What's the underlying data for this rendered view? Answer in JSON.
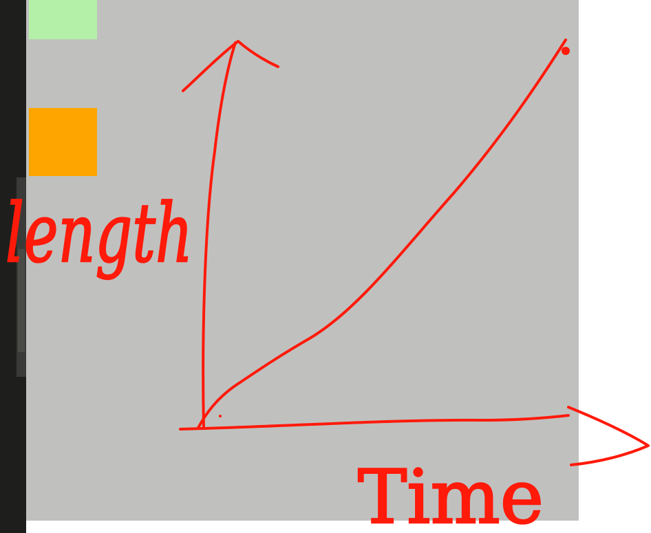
{
  "colors": {
    "sidebar": "#1e1f1c",
    "canvas": "#c0c1bf",
    "ink": "#ff1a0a",
    "swatch_green": "#b4f0a8",
    "swatch_orange": "#ffa500"
  },
  "palette": [
    {
      "name": "green-swatch",
      "color": "#b4f0a8"
    },
    {
      "name": "orange-swatch",
      "color": "#ffa500"
    }
  ],
  "sketch": {
    "y_label": "length",
    "x_label": "Time"
  }
}
